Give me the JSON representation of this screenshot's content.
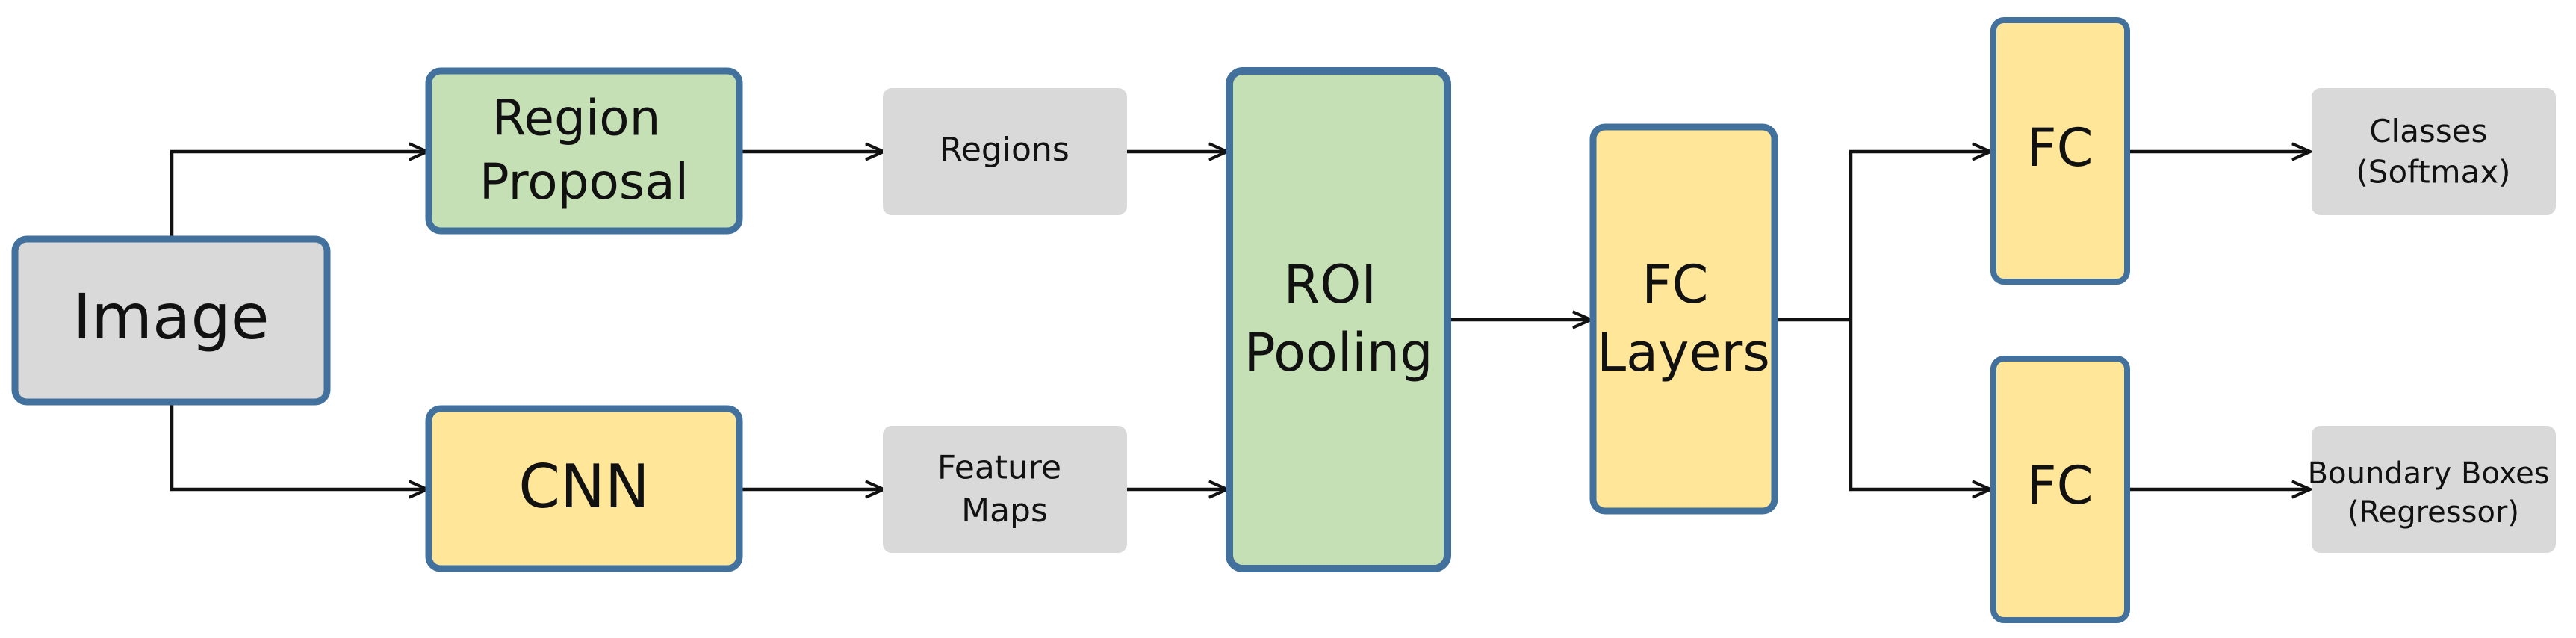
{
  "nodes": {
    "image": {
      "lines": [
        "Image"
      ],
      "style": "gray-block"
    },
    "region_proposal": {
      "lines": [
        "Region",
        "Proposal"
      ],
      "style": "green-block"
    },
    "cnn": {
      "lines": [
        "CNN"
      ],
      "style": "yellow-block"
    },
    "regions": {
      "lines": [
        "Regions"
      ],
      "style": "label"
    },
    "feature_maps": {
      "lines": [
        "Feature",
        "Maps"
      ],
      "style": "label"
    },
    "roi_pooling": {
      "lines": [
        "ROI",
        "Pooling"
      ],
      "style": "green-block"
    },
    "fc_layers": {
      "lines": [
        "FC",
        "Layers"
      ],
      "style": "yellow-block"
    },
    "fc_top": {
      "lines": [
        "FC"
      ],
      "style": "yellow-block"
    },
    "fc_bottom": {
      "lines": [
        "FC"
      ],
      "style": "yellow-block"
    },
    "classes": {
      "lines": [
        "Classes",
        "(Softmax)"
      ],
      "style": "label"
    },
    "boundary_boxes": {
      "lines": [
        "Boundary Boxes",
        "(Regressor)"
      ],
      "style": "label"
    }
  },
  "edges": [
    {
      "from": "image",
      "to": "region_proposal"
    },
    {
      "from": "image",
      "to": "cnn"
    },
    {
      "from": "region_proposal",
      "to": "regions"
    },
    {
      "from": "cnn",
      "to": "feature_maps"
    },
    {
      "from": "regions",
      "to": "roi_pooling"
    },
    {
      "from": "feature_maps",
      "to": "roi_pooling"
    },
    {
      "from": "roi_pooling",
      "to": "fc_layers"
    },
    {
      "from": "fc_layers",
      "to": "fc_top"
    },
    {
      "from": "fc_layers",
      "to": "fc_bottom"
    },
    {
      "from": "fc_top",
      "to": "classes"
    },
    {
      "from": "fc_bottom",
      "to": "boundary_boxes"
    }
  ],
  "colors": {
    "green_fill": "#c5e0b4",
    "yellow_fill": "#ffe699",
    "gray_fill": "#d9d9d9",
    "label_fill": "#d9d9d9",
    "border": "#41719c",
    "edge": "#111111"
  }
}
